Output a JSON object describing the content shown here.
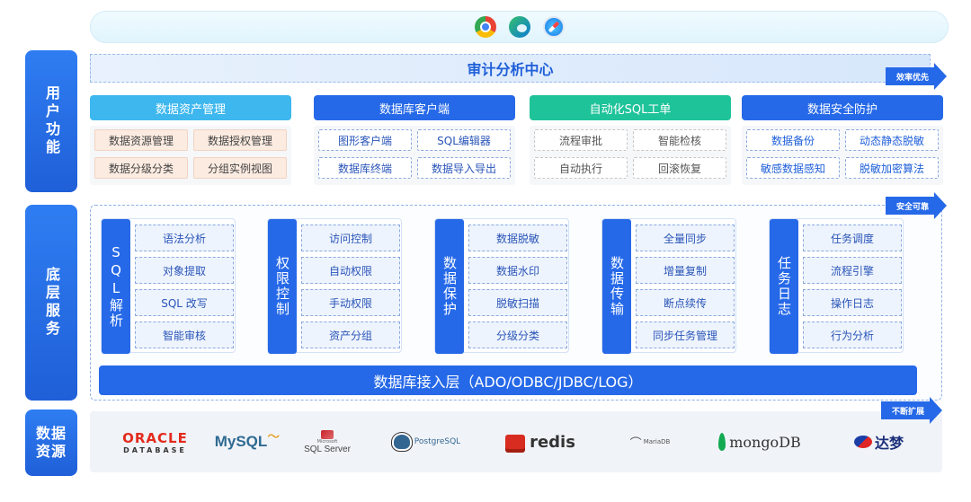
{
  "sidebar": {
    "user": "用户功能",
    "base": "底层服务",
    "data": "数据资源"
  },
  "header": {
    "title": "审计分析中心"
  },
  "arrows": {
    "efficiency": "效率优先",
    "security": "安全可靠",
    "expand": "不断扩展"
  },
  "browsers": [
    "chrome-icon",
    "edge-icon",
    "safari-icon"
  ],
  "groups": [
    {
      "title": "数据资产管理",
      "color": "#3db7ee",
      "items": [
        "数据资源管理",
        "数据授权管理",
        "数据分级分类",
        "分组实例视图"
      ]
    },
    {
      "title": "数据库客户端",
      "color": "#2669e8",
      "items": [
        "图形客户端",
        "SQL编辑器",
        "数据库终端",
        "数据导入导出"
      ]
    },
    {
      "title": "自动化SQL工单",
      "color": "#1fc39a",
      "items": [
        "流程审批",
        "智能检核",
        "自动执行",
        "回滚恢复"
      ]
    },
    {
      "title": "数据安全防护",
      "color": "#2669e8",
      "items": [
        "数据备份",
        "动态静态脱敏",
        "敏感数据感知",
        "脱敏加密算法"
      ]
    }
  ],
  "services": [
    {
      "label": "SQL解析",
      "items": [
        "语法分析",
        "对象提取",
        "SQL 改写",
        "智能审核"
      ]
    },
    {
      "label": "权限控制",
      "items": [
        "访问控制",
        "自动权限",
        "手动权限",
        "资产分组"
      ]
    },
    {
      "label": "数据保护",
      "items": [
        "数据脱敏",
        "数据水印",
        "脱敏扫描",
        "分级分类"
      ]
    },
    {
      "label": "数据传输",
      "items": [
        "全量同步",
        "增量复制",
        "断点续传",
        "同步任务管理"
      ]
    },
    {
      "label": "任务日志",
      "items": [
        "任务调度",
        "流程引擎",
        "操作日志",
        "行为分析"
      ]
    }
  ],
  "access_layer": "数据库接入层（ADO/ODBC/JDBC/LOG）",
  "databases": {
    "oracle": "ORACLE",
    "oracle_sub": "DATABASE",
    "mysql": "MySQL",
    "sqlserver_small": "Microsoft",
    "sqlserver": "SQL Server",
    "postgres": "PostgreSQL",
    "redis": "redis",
    "mariadb": "MariaDB",
    "mongodb": "mongoDB",
    "dameng": "达梦"
  }
}
